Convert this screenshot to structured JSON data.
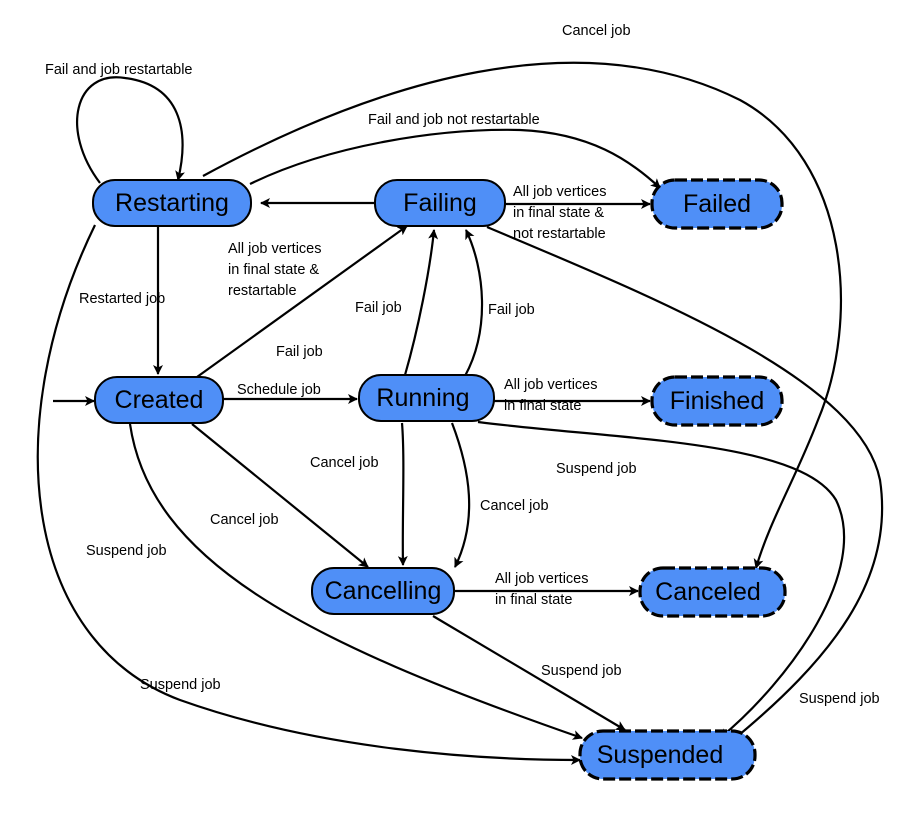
{
  "states": {
    "restarting": "Restarting",
    "failing": "Failing",
    "failed": "Failed",
    "created": "Created",
    "running": "Running",
    "finished": "Finished",
    "cancelling": "Cancelling",
    "canceled": "Canceled",
    "suspended": "Suspended"
  },
  "labels": {
    "fail_restartable": "Fail and job restartable",
    "cancel_job_top": "Cancel job",
    "fail_not_restartable": "Fail and job not restartable",
    "failing_to_failed": [
      "All job vertices",
      "in final state &",
      "not restartable"
    ],
    "failing_to_restarting": [
      "All job vertices",
      "in final state &",
      "restartable"
    ],
    "restarted_job": "Restarted job",
    "fail_job_created": "Fail job",
    "fail_job_running_1": "Fail job",
    "fail_job_running_2": "Fail job",
    "schedule_job": "Schedule job",
    "running_to_finished": [
      "All job vertices",
      "in final state"
    ],
    "cancel_job_running_1": "Cancel job",
    "cancel_job_running_2": "Cancel job",
    "cancel_job_created": "Cancel job",
    "suspend_job_running": "Suspend job",
    "suspend_job_created": "Suspend job",
    "cancelling_to_canceled": [
      "All job vertices",
      "in final state"
    ],
    "suspend_job_cancelling": "Suspend job",
    "suspend_job_restarting": "Suspend job",
    "suspend_job_failing": "Suspend job"
  }
}
